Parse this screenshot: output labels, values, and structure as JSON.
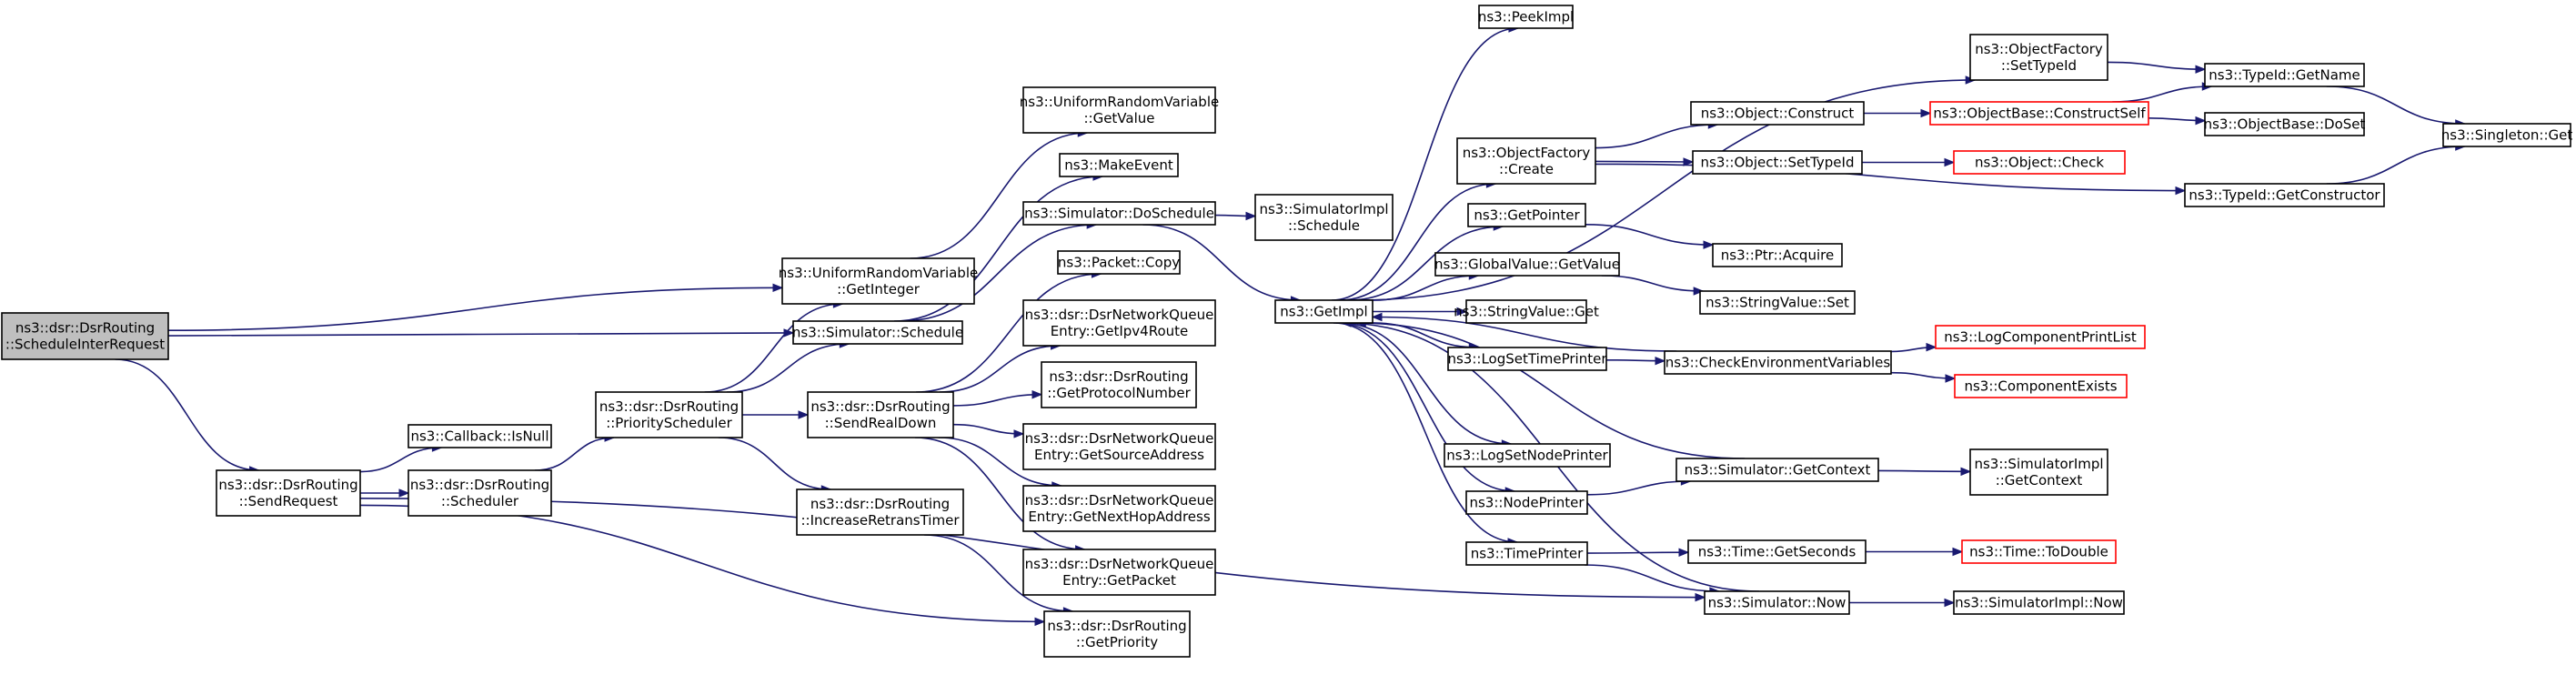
{
  "colors": {
    "edge": "#191970",
    "node_border": "#000000",
    "missing_border": "#ff0000",
    "root_fill": "#bfbfbf",
    "node_fill": "#ffffff"
  },
  "nodes": [
    {
      "id": "n_schedinter",
      "lines": [
        "ns3::dsr::DsrRouting",
        "::ScheduleInterRequest"
      ],
      "style": "root"
    },
    {
      "id": "n_uniget_int",
      "lines": [
        "ns3::UniformRandomVariable",
        "::GetInteger"
      ]
    },
    {
      "id": "n_sim_schedule",
      "lines": [
        "ns3::Simulator::Schedule"
      ]
    },
    {
      "id": "n_sendrequest",
      "lines": [
        "ns3::dsr::DsrRouting",
        "::SendRequest"
      ]
    },
    {
      "id": "n_cb_isnull",
      "lines": [
        "ns3::Callback::IsNull"
      ]
    },
    {
      "id": "n_scheduler",
      "lines": [
        "ns3::dsr::DsrRouting",
        "::Scheduler"
      ]
    },
    {
      "id": "n_priosched",
      "lines": [
        "ns3::dsr::DsrRouting",
        "::PriorityScheduler"
      ]
    },
    {
      "id": "n_sendrealdown",
      "lines": [
        "ns3::dsr::DsrRouting",
        "::SendRealDown"
      ]
    },
    {
      "id": "n_incretrans",
      "lines": [
        "ns3::dsr::DsrRouting",
        "::IncreaseRetransTimer"
      ]
    },
    {
      "id": "n_getpriority",
      "lines": [
        "ns3::dsr::DsrRouting",
        "::GetPriority"
      ]
    },
    {
      "id": "n_uniget_val",
      "lines": [
        "ns3::UniformRandomVariable",
        "::GetValue"
      ]
    },
    {
      "id": "n_makeevent",
      "lines": [
        "ns3::MakeEvent"
      ]
    },
    {
      "id": "n_doschedule",
      "lines": [
        "ns3::Simulator::DoSchedule"
      ]
    },
    {
      "id": "n_pktcopy",
      "lines": [
        "ns3::Packet::Copy"
      ]
    },
    {
      "id": "n_getipv4",
      "lines": [
        "ns3::dsr::DsrNetworkQueue",
        "Entry::GetIpv4Route"
      ]
    },
    {
      "id": "n_getproto",
      "lines": [
        "ns3::dsr::DsrRouting",
        "::GetProtocolNumber"
      ]
    },
    {
      "id": "n_getsrc",
      "lines": [
        "ns3::dsr::DsrNetworkQueue",
        "Entry::GetSourceAddress"
      ]
    },
    {
      "id": "n_getnexthop",
      "lines": [
        "ns3::dsr::DsrNetworkQueue",
        "Entry::GetNextHopAddress"
      ]
    },
    {
      "id": "n_getpacket",
      "lines": [
        "ns3::dsr::DsrNetworkQueue",
        "Entry::GetPacket"
      ]
    },
    {
      "id": "n_implschedule",
      "lines": [
        "ns3::SimulatorImpl",
        "::Schedule"
      ]
    },
    {
      "id": "n_getimpl",
      "lines": [
        "ns3::GetImpl"
      ]
    },
    {
      "id": "n_peekimpl",
      "lines": [
        "ns3::PeekImpl"
      ]
    },
    {
      "id": "n_ofcreate",
      "lines": [
        "ns3::ObjectFactory",
        "::Create"
      ]
    },
    {
      "id": "n_getpointer",
      "lines": [
        "ns3::GetPointer"
      ]
    },
    {
      "id": "n_gvgetvalue",
      "lines": [
        "ns3::GlobalValue::GetValue"
      ]
    },
    {
      "id": "n_svget",
      "lines": [
        "ns3::StringValue::Get"
      ]
    },
    {
      "id": "n_logsettime",
      "lines": [
        "ns3::LogSetTimePrinter"
      ]
    },
    {
      "id": "n_logsetnode",
      "lines": [
        "ns3::LogSetNodePrinter"
      ]
    },
    {
      "id": "n_nodeprinter",
      "lines": [
        "ns3::NodePrinter"
      ]
    },
    {
      "id": "n_timeprinter",
      "lines": [
        "ns3::TimePrinter"
      ]
    },
    {
      "id": "n_ofsettypeid",
      "lines": [
        "ns3::ObjectFactory",
        "::SetTypeId"
      ]
    },
    {
      "id": "n_objconstruct",
      "lines": [
        "ns3::Object::Construct"
      ]
    },
    {
      "id": "n_objsettypeid",
      "lines": [
        "ns3::Object::SetTypeId"
      ]
    },
    {
      "id": "n_ptracquire",
      "lines": [
        "ns3::Ptr::Acquire"
      ]
    },
    {
      "id": "n_svset",
      "lines": [
        "ns3::StringValue::Set"
      ]
    },
    {
      "id": "n_checkenv",
      "lines": [
        "ns3::CheckEnvironmentVariables"
      ]
    },
    {
      "id": "n_getcontext",
      "lines": [
        "ns3::Simulator::GetContext"
      ]
    },
    {
      "id": "n_getseconds",
      "lines": [
        "ns3::Time::GetSeconds"
      ]
    },
    {
      "id": "n_simnow",
      "lines": [
        "ns3::Simulator::Now"
      ]
    },
    {
      "id": "n_constructself",
      "lines": [
        "ns3::ObjectBase::ConstructSelf"
      ],
      "style": "missing"
    },
    {
      "id": "n_objcheck",
      "lines": [
        "ns3::Object::Check"
      ],
      "style": "missing"
    },
    {
      "id": "n_logcomplist",
      "lines": [
        "ns3::LogComponentPrintList"
      ],
      "style": "missing"
    },
    {
      "id": "n_compexists",
      "lines": [
        "ns3::ComponentExists"
      ],
      "style": "missing"
    },
    {
      "id": "n_implgetctx",
      "lines": [
        "ns3::SimulatorImpl",
        "::GetContext"
      ]
    },
    {
      "id": "n_todouble",
      "lines": [
        "ns3::Time::ToDouble"
      ],
      "style": "missing"
    },
    {
      "id": "n_implnow",
      "lines": [
        "ns3::SimulatorImpl::Now"
      ]
    },
    {
      "id": "n_typeidgetname",
      "lines": [
        "ns3::TypeId::GetName"
      ]
    },
    {
      "id": "n_obdoset",
      "lines": [
        "ns3::ObjectBase::DoSet"
      ]
    },
    {
      "id": "n_typeidgetctor",
      "lines": [
        "ns3::TypeId::GetConstructor"
      ]
    },
    {
      "id": "n_singletonget",
      "lines": [
        "ns3::Singleton::Get"
      ]
    }
  ],
  "edges": [
    [
      "n_schedinter",
      "n_uniget_int"
    ],
    [
      "n_schedinter",
      "n_sim_schedule"
    ],
    [
      "n_schedinter",
      "n_sendrequest"
    ],
    [
      "n_uniget_int",
      "n_uniget_val"
    ],
    [
      "n_sim_schedule",
      "n_makeevent"
    ],
    [
      "n_sim_schedule",
      "n_doschedule"
    ],
    [
      "n_sendrequest",
      "n_cb_isnull"
    ],
    [
      "n_sendrequest",
      "n_scheduler"
    ],
    [
      "n_sendrequest",
      "n_getpriority"
    ],
    [
      "n_sendrequest",
      "n_simnow"
    ],
    [
      "n_scheduler",
      "n_priosched"
    ],
    [
      "n_priosched",
      "n_uniget_int"
    ],
    [
      "n_priosched",
      "n_sim_schedule"
    ],
    [
      "n_priosched",
      "n_sendrealdown"
    ],
    [
      "n_priosched",
      "n_incretrans"
    ],
    [
      "n_sendrealdown",
      "n_pktcopy"
    ],
    [
      "n_sendrealdown",
      "n_getipv4"
    ],
    [
      "n_sendrealdown",
      "n_getproto"
    ],
    [
      "n_sendrealdown",
      "n_getsrc"
    ],
    [
      "n_sendrealdown",
      "n_getnexthop"
    ],
    [
      "n_sendrealdown",
      "n_getpacket"
    ],
    [
      "n_incretrans",
      "n_getpriority"
    ],
    [
      "n_doschedule",
      "n_implschedule"
    ],
    [
      "n_doschedule",
      "n_getimpl"
    ],
    [
      "n_getimpl",
      "n_peekimpl"
    ],
    [
      "n_getimpl",
      "n_ofsettypeid"
    ],
    [
      "n_getimpl",
      "n_ofcreate"
    ],
    [
      "n_getimpl",
      "n_getpointer"
    ],
    [
      "n_getimpl",
      "n_gvgetvalue"
    ],
    [
      "n_getimpl",
      "n_svget"
    ],
    [
      "n_getimpl",
      "n_logsettime"
    ],
    [
      "n_getimpl",
      "n_logsetnode"
    ],
    [
      "n_getimpl",
      "n_nodeprinter"
    ],
    [
      "n_getimpl",
      "n_timeprinter"
    ],
    [
      "n_checkenv",
      "n_getimpl"
    ],
    [
      "n_getcontext",
      "n_getimpl"
    ],
    [
      "n_simnow",
      "n_getimpl"
    ],
    [
      "n_ofsettypeid",
      "n_typeidgetname"
    ],
    [
      "n_ofcreate",
      "n_objconstruct"
    ],
    [
      "n_ofcreate",
      "n_objsettypeid"
    ],
    [
      "n_ofcreate",
      "n_typeidgetctor"
    ],
    [
      "n_getpointer",
      "n_ptracquire"
    ],
    [
      "n_gvgetvalue",
      "n_svset"
    ],
    [
      "n_logsettime",
      "n_checkenv"
    ],
    [
      "n_nodeprinter",
      "n_getcontext"
    ],
    [
      "n_timeprinter",
      "n_getseconds"
    ],
    [
      "n_timeprinter",
      "n_simnow"
    ],
    [
      "n_objconstruct",
      "n_constructself"
    ],
    [
      "n_objsettypeid",
      "n_objcheck"
    ],
    [
      "n_checkenv",
      "n_logcomplist"
    ],
    [
      "n_checkenv",
      "n_compexists"
    ],
    [
      "n_getcontext",
      "n_implgetctx"
    ],
    [
      "n_getseconds",
      "n_todouble"
    ],
    [
      "n_simnow",
      "n_implnow"
    ],
    [
      "n_constructself",
      "n_typeidgetname"
    ],
    [
      "n_constructself",
      "n_obdoset"
    ],
    [
      "n_typeidgetname",
      "n_singletonget"
    ],
    [
      "n_typeidgetctor",
      "n_singletonget"
    ]
  ]
}
